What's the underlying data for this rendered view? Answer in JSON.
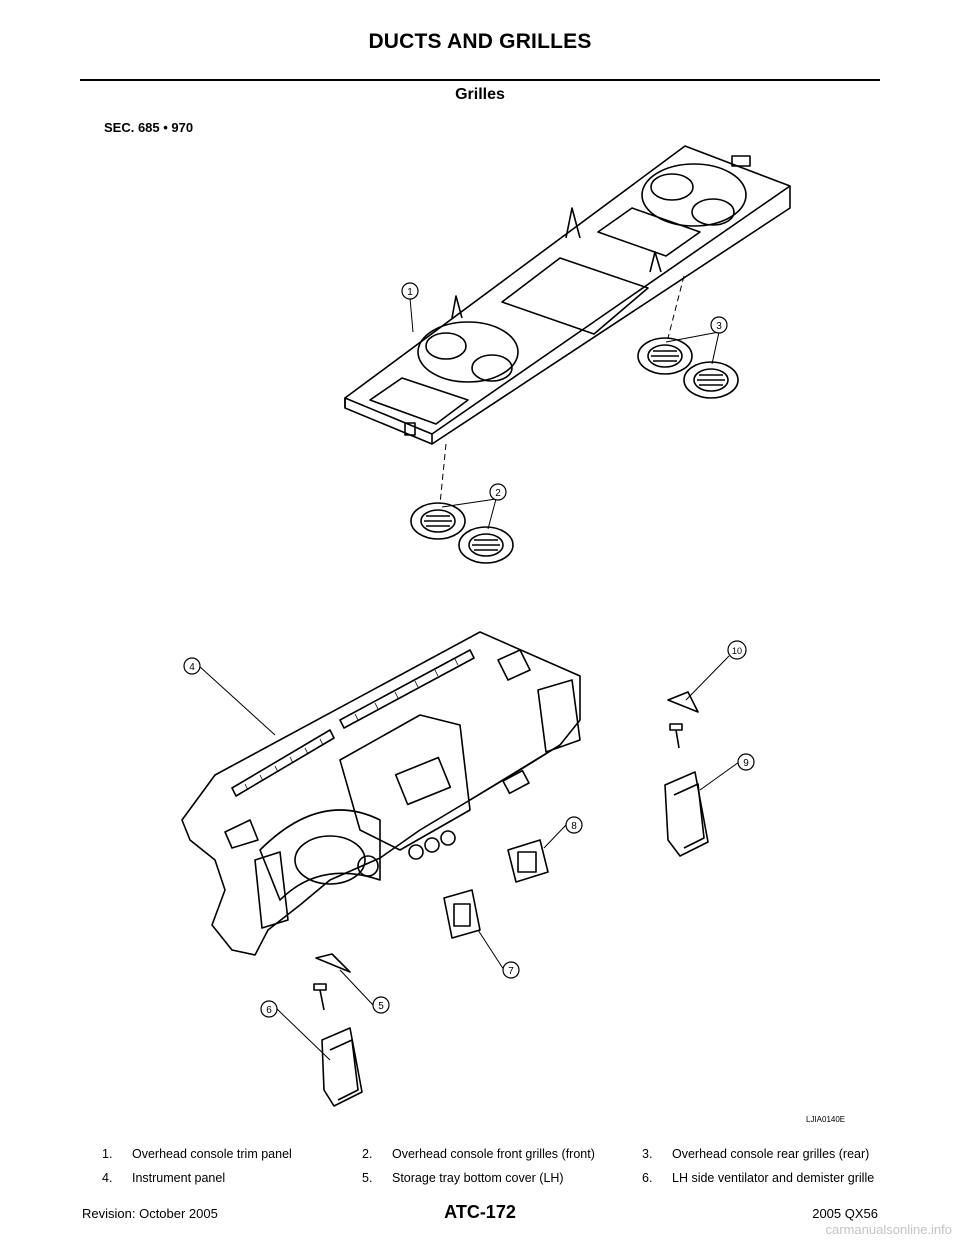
{
  "header": {
    "title": "DUCTS AND GRILLES",
    "section": "Grilles"
  },
  "figure": {
    "sec_label": "SEC. 685 • 970",
    "code": "LJIA0140E",
    "callouts": [
      "1",
      "2",
      "3",
      "4",
      "5",
      "6",
      "7",
      "8",
      "9",
      "10"
    ]
  },
  "legend": [
    [
      {
        "num": "1.",
        "label": "Overhead console trim panel"
      },
      {
        "num": "2.",
        "label": "Overhead console front grilles (front)"
      },
      {
        "num": "3.",
        "label": "Overhead console rear grilles (rear)"
      }
    ],
    [
      {
        "num": "4.",
        "label": "Instrument panel"
      },
      {
        "num": "5.",
        "label": "Storage tray bottom cover (LH)"
      },
      {
        "num": "6.",
        "label": "LH side ventilator and demister grille"
      }
    ]
  ],
  "footer": {
    "revision": "Revision: October 2005",
    "page": "ATC-172",
    "model": "2005 QX56",
    "watermark": "carmanualsonline.info"
  }
}
